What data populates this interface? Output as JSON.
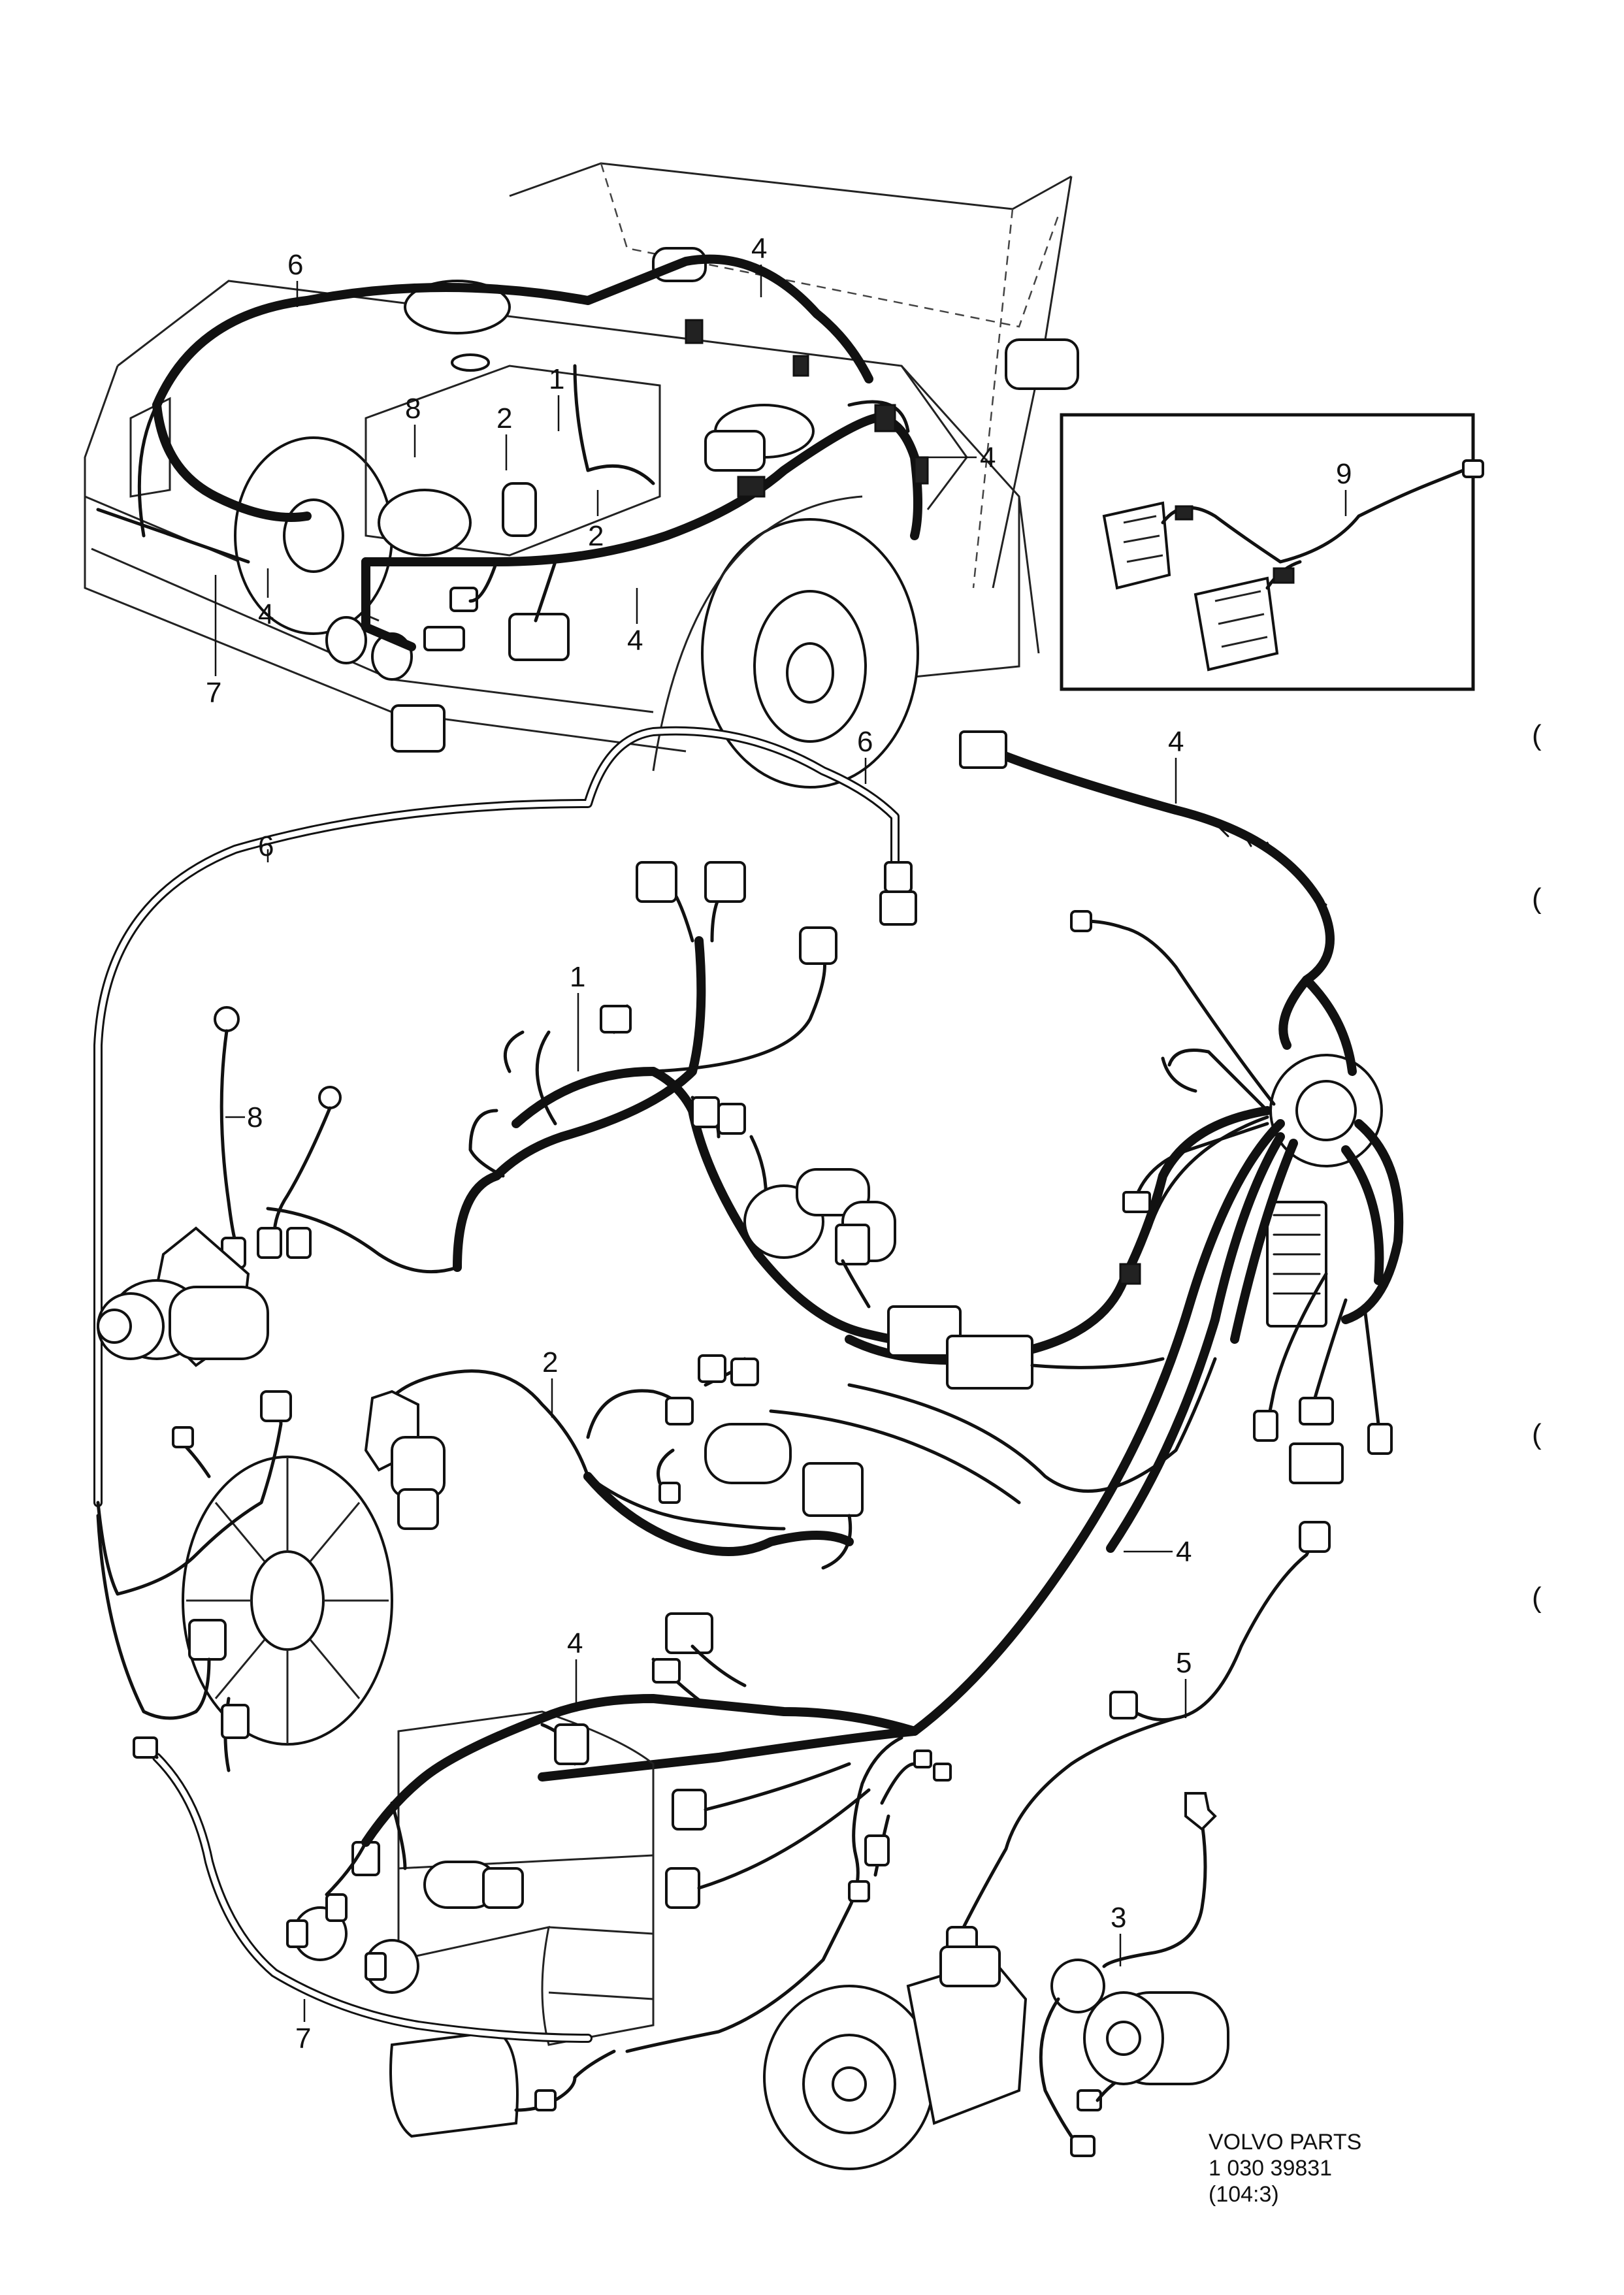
{
  "callouts": {
    "c1": "1",
    "c2a": "2",
    "c2b": "2",
    "c2c": "2",
    "c3": "3",
    "c4a": "4",
    "c4b": "4",
    "c4c": "4",
    "c4d": "4",
    "c4e": "4",
    "c4f": "4",
    "c4g": "4",
    "c5": "5",
    "c6a": "6",
    "c6b": "6",
    "c6c": "6",
    "c7a": "7",
    "c7b": "7",
    "c8a": "8",
    "c8b": "8",
    "c9": "9"
  },
  "reference": {
    "brand": "VOLVO PARTS",
    "number": "1 030 39831",
    "code": "(104:3)"
  },
  "margin_marks": [
    "(",
    "(",
    "(",
    "("
  ]
}
